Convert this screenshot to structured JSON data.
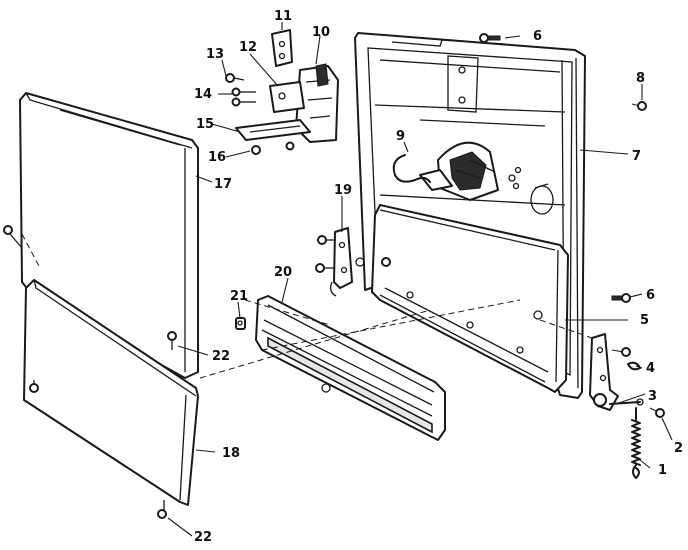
{
  "callouts": {
    "c1": "1",
    "c2": "2",
    "c3": "3",
    "c4": "4",
    "c5": "5",
    "c6a": "6",
    "c6b": "6",
    "c7": "7",
    "c8": "8",
    "c9": "9",
    "c10": "10",
    "c11": "11",
    "c12": "12",
    "c13": "13",
    "c14": "14",
    "c15": "15",
    "c16": "16",
    "c17": "17",
    "c18": "18",
    "c19": "19",
    "c20": "20",
    "c21": "21",
    "c22a": "22",
    "c22b": "22"
  }
}
